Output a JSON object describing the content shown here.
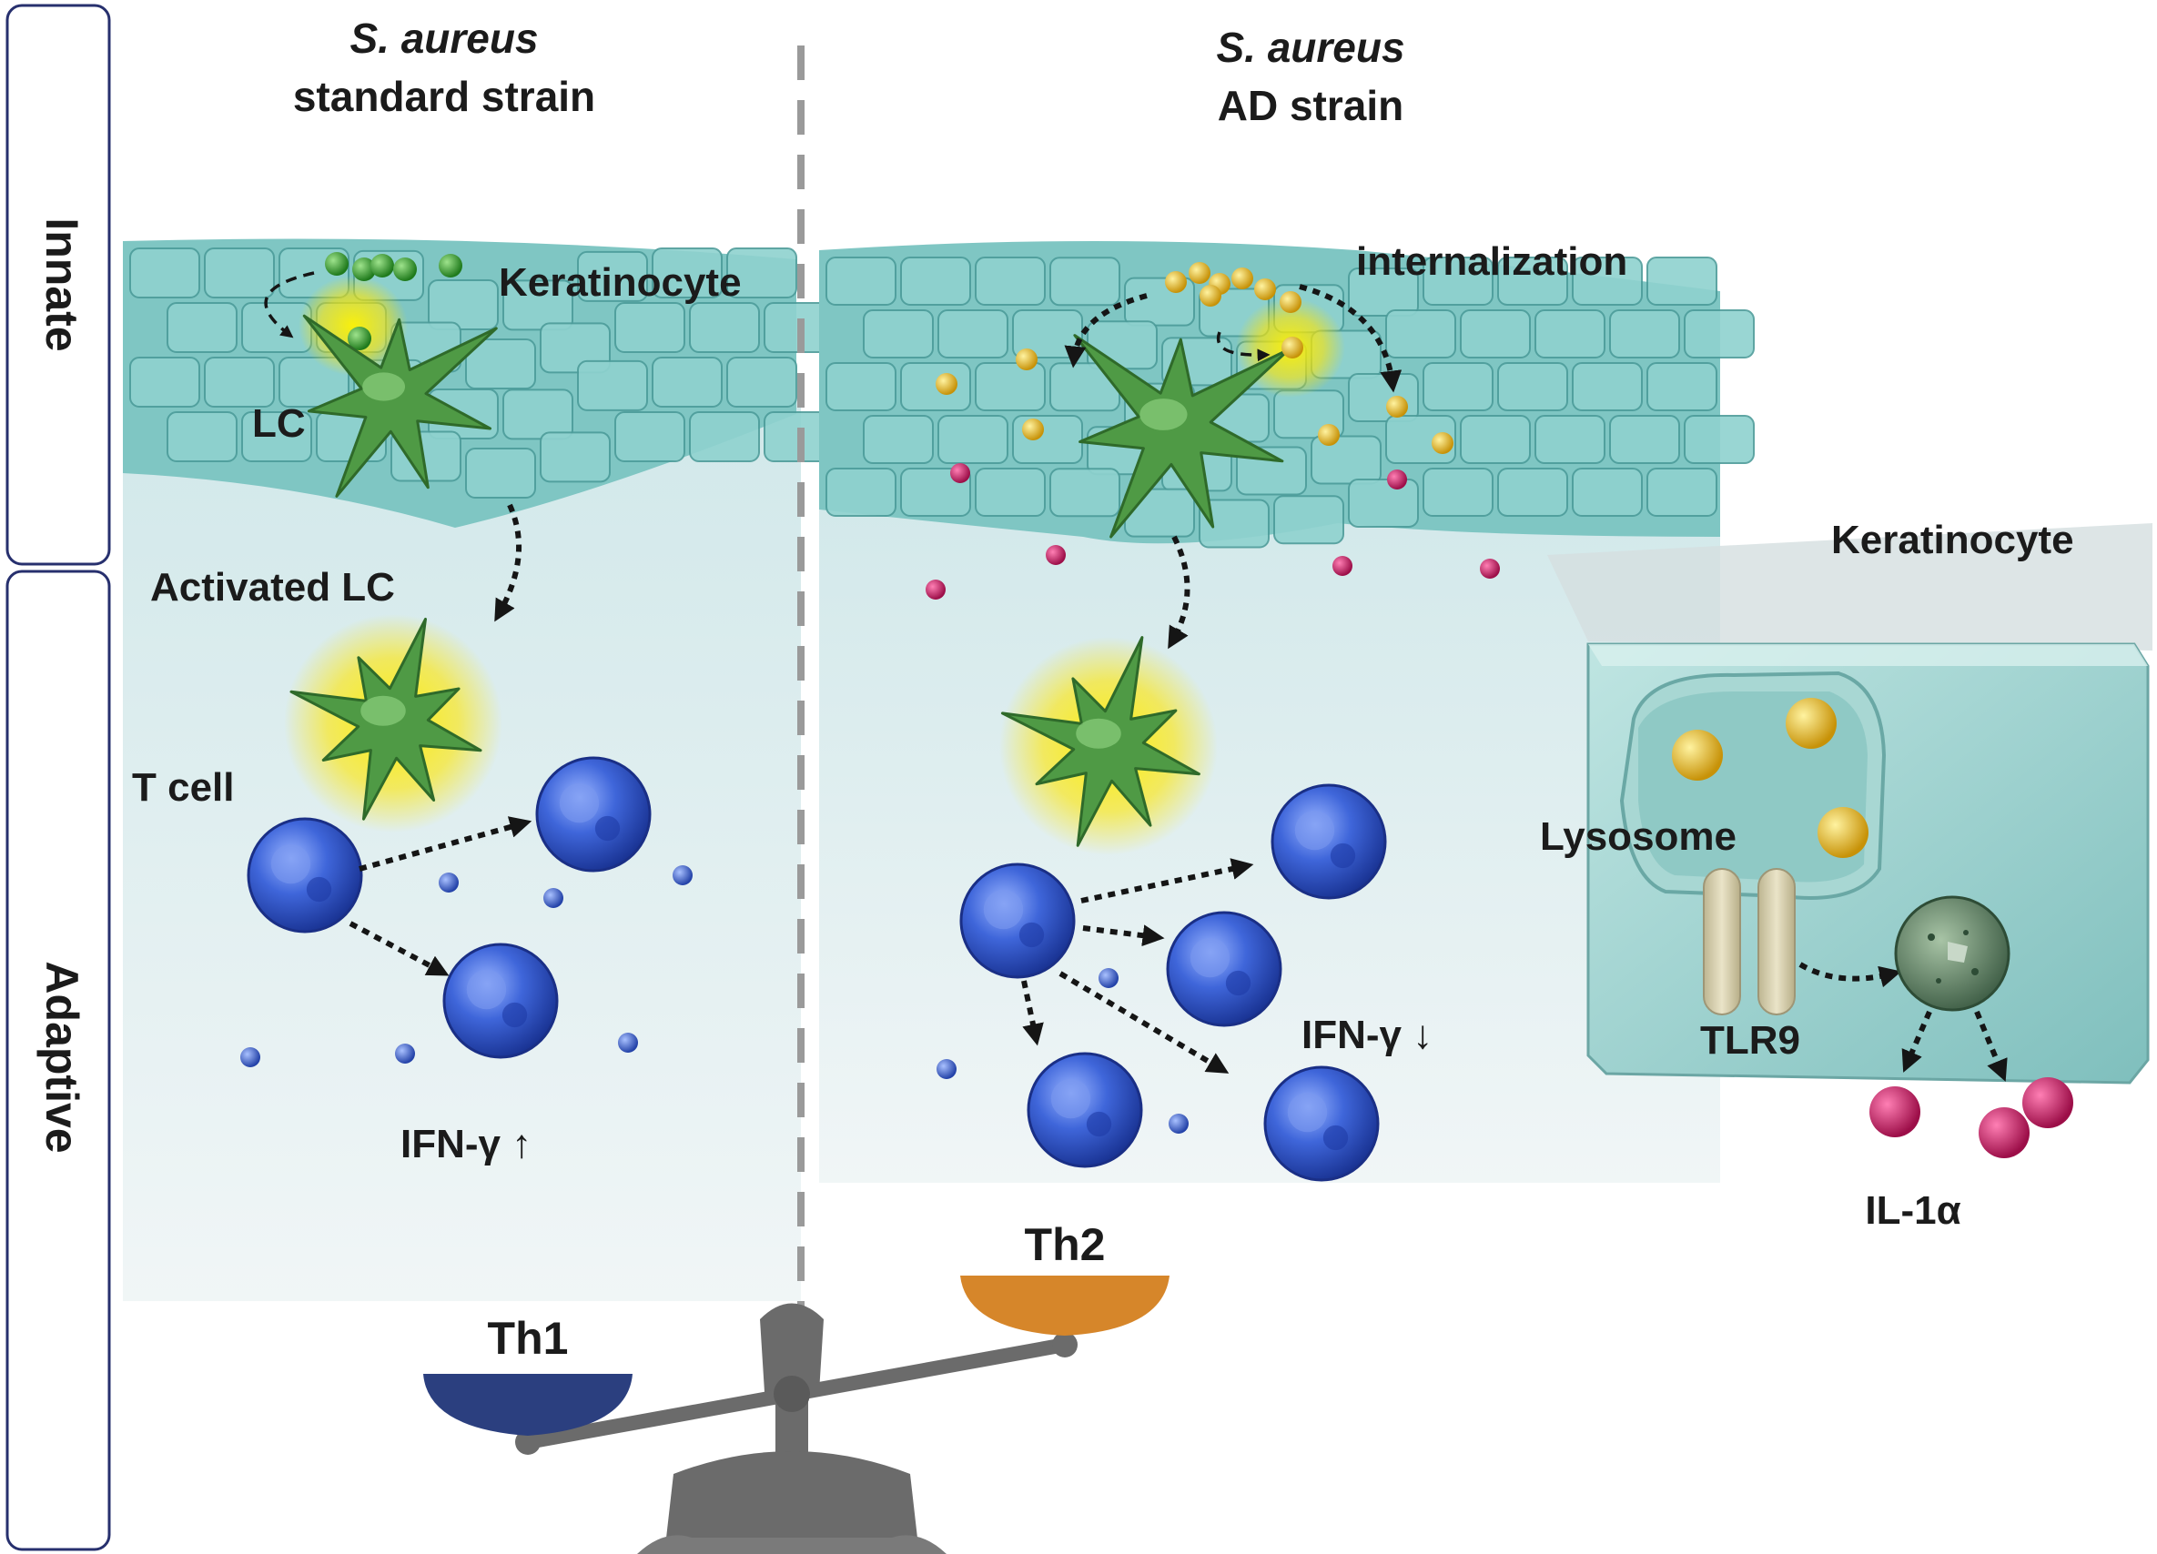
{
  "side_labels": {
    "innate": "Innate",
    "adaptive": "Adaptive"
  },
  "left_panel": {
    "title_species": "S. aureus",
    "title_strain": "standard strain",
    "keratinocyte": "Keratinocyte",
    "lc": "LC",
    "activated_lc": "Activated LC",
    "t_cell": "T cell",
    "ifn": "IFN-γ ↑"
  },
  "right_panel": {
    "title_species": "S. aureus",
    "title_strain": "AD strain",
    "internalization": "internalization",
    "ifn": "IFN-γ ↓"
  },
  "inset": {
    "keratinocyte": "Keratinocyte",
    "lysosome": "Lysosome",
    "tlr9": "TLR9",
    "il1a": "IL-1α"
  },
  "balance": {
    "th1": "Th1",
    "th2": "Th2"
  },
  "colors": {
    "skin": "#8fd2cf",
    "lc_cell": "#4f9a45",
    "t_cell": "#2f52c8",
    "bacteria_standard": "#2f8f2c",
    "bacteria_ad": "#e2b514",
    "il1a": "#c2185b",
    "th1_pan": "#2b3f7f",
    "th2_pan": "#d6862a",
    "scale": "#6b6b6b"
  }
}
